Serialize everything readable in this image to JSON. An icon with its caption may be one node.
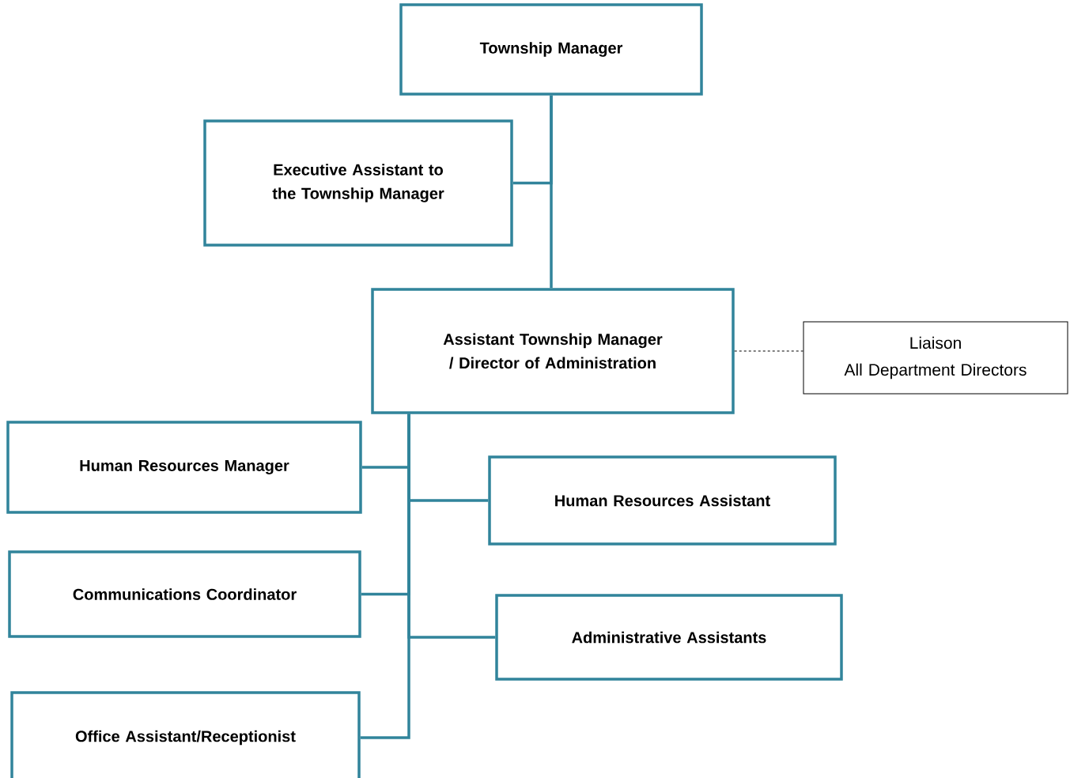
{
  "diagram": {
    "nodes": [
      {
        "text": [
          "Township Manager"
        ]
      },
      {
        "text": [
          "Executive Assistant to the Township Manager"
        ]
      },
      {
        "text": [
          "Assistant Township Manager / Director of Administration"
        ]
      },
      {
        "text": [
          "Liaison",
          "All Department Directors"
        ]
      },
      {
        "text": [
          "Human Resources Manager"
        ]
      },
      {
        "text": [
          "Human Resources Assistant"
        ]
      },
      {
        "text": [
          "Communications Coordinator"
        ]
      },
      {
        "text": [
          "Administrative Assistants"
        ]
      },
      {
        "text": [
          "Office Assistant/Receptionist"
        ]
      }
    ],
    "edges": [
      {
        "from": 0,
        "to": 1,
        "arrow": "none"
      },
      {
        "from": 0,
        "to": 2,
        "arrow": "none"
      },
      {
        "from": 2,
        "to": 3,
        "arrow": "none",
        "style": "dashed",
        "color": "#000000"
      },
      {
        "from": 2,
        "to": 4,
        "arrow": "none"
      },
      {
        "from": 2,
        "to": 5,
        "arrow": "none"
      },
      {
        "from": 2,
        "to": 6,
        "arrow": "none"
      },
      {
        "from": 2,
        "to": 7,
        "arrow": "none"
      },
      {
        "from": 2,
        "to": 8,
        "arrow": "none"
      }
    ]
  }
}
